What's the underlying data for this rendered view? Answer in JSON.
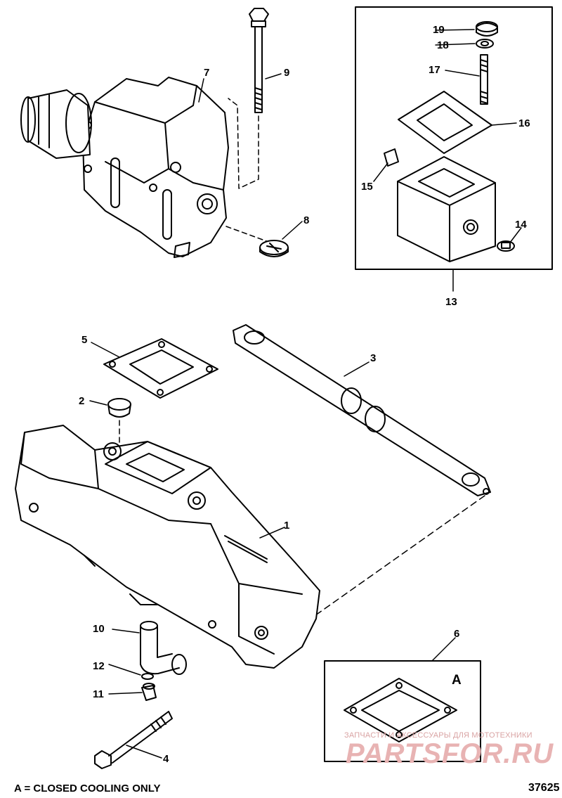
{
  "callouts": [
    "1",
    "2",
    "3",
    "4",
    "5",
    "6",
    "7",
    "8",
    "9",
    "10",
    "11",
    "12",
    "13",
    "14",
    "15",
    "16",
    "17",
    "18",
    "19"
  ],
  "inset_label": "A",
  "footnote": "A = CLOSED COOLING ONLY",
  "figure_number": "37625",
  "watermark": {
    "caption": "ЗАПЧАСТИ И АКСЕССУАРЫ ДЛЯ МОТОТЕХНИКИ",
    "logo_text": "PARTSFOR.RU"
  },
  "colors": {
    "line": "#000000",
    "paper": "#ffffff",
    "watermark": "#e8b3b3"
  }
}
